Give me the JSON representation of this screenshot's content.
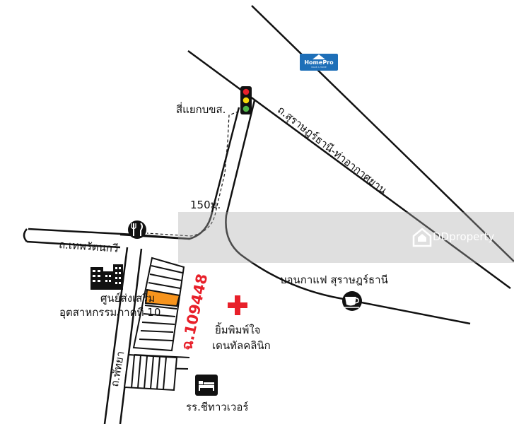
{
  "colors": {
    "road_outline": "#111111",
    "parcel_highlight": "#f7941d",
    "parcel_label": "#e8202a",
    "clinic_cross": "#e8202a",
    "homepro_blue": "#1e6fb8"
  },
  "roads": {
    "surat_airport": "ถ.สุราษฎร์ธานี-ท่าอากาศยาน",
    "theppharat": "ถ.เทพรัตนกวี",
    "phatthaya": "ถ.พัทยา"
  },
  "landmarks": {
    "intersection": "สี่แยกบขส.",
    "distance": "150ม.",
    "promotion_center_line1": "ศูนย์ส่งเสริม",
    "promotion_center_line2": "อุตสาหกรรมภาคที่ 10",
    "cafe": "บอนกาแฟ สุราษฎร์ธานี",
    "clinic_line1": "ยิ้มพิมพ์ใจ",
    "clinic_line2": "เดนทัลคลินิก",
    "hotel": "รร.ชีทาวเวอร์"
  },
  "parcel": {
    "label": "ฉ.109448"
  },
  "logos": {
    "homepro": "HomePro",
    "homepro_tagline": "MAKE A HOME"
  },
  "watermark": {
    "text": "DDproperty"
  },
  "icons": {
    "traffic_light": "traffic-light-icon",
    "restaurant": "fork-knife-icon",
    "building": "office-building-icon",
    "cafe": "coffee-cup-icon",
    "clinic": "medical-cross-icon",
    "hotel": "bed-icon"
  }
}
